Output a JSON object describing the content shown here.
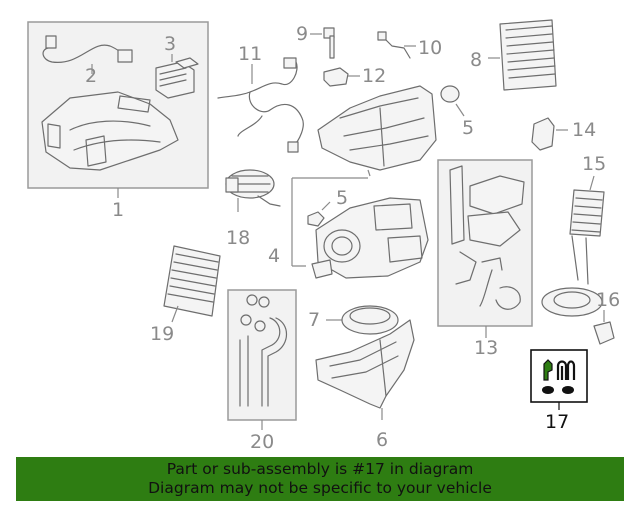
{
  "diagram": {
    "callouts": {
      "c1": "1",
      "c2": "2",
      "c3": "3",
      "c4": "4",
      "c5a": "5",
      "c5b": "5",
      "c6": "6",
      "c7": "7",
      "c8": "8",
      "c9": "9",
      "c10": "10",
      "c11": "11",
      "c12": "12",
      "c13": "13",
      "c14": "14",
      "c15": "15",
      "c16": "16",
      "c17": "17",
      "c18": "18",
      "c19": "19",
      "c20": "20"
    },
    "highlighted_part": "17",
    "colors": {
      "line": "#6e6e6e",
      "label": "#8a8a8a",
      "highlight_border": "#111111",
      "highlight_part": "#2e7d12"
    }
  },
  "footer": {
    "line1": "Part or sub-assembly is #17 in diagram",
    "line2": "Diagram may not be specific to your vehicle",
    "background": "#2e7d12"
  }
}
